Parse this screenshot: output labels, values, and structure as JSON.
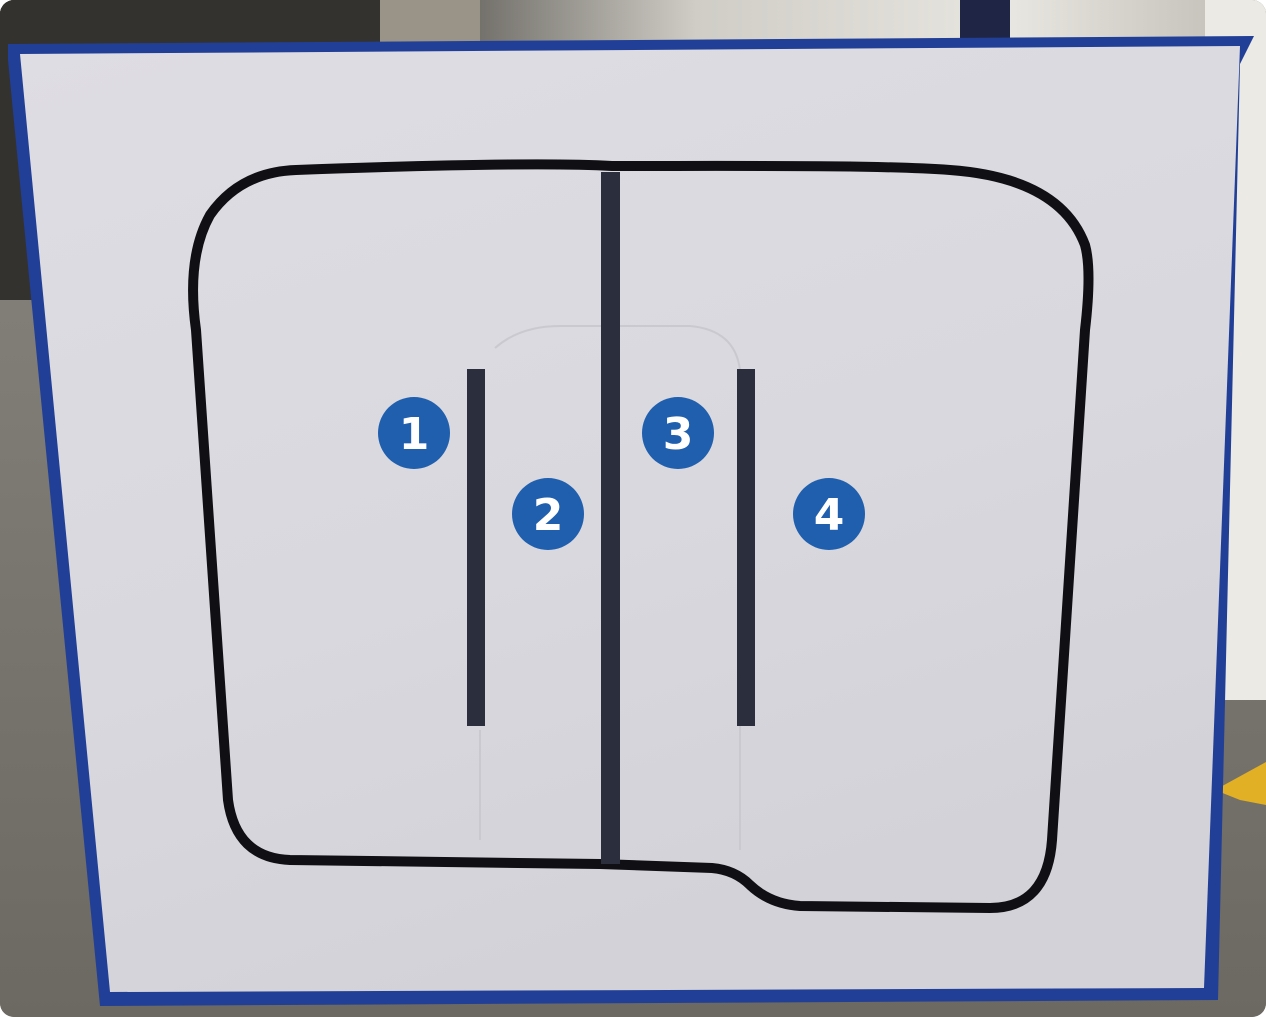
{
  "photo": {
    "subject": "white-board-with-black-line-track",
    "board_color": "#dcdce2",
    "edge_color": "#213f96",
    "track_color": "#0f0f14",
    "divider_color": "#2b2f3d",
    "marker_color": "#1f5fae"
  },
  "markers": [
    {
      "label": "1"
    },
    {
      "label": "2"
    },
    {
      "label": "3"
    },
    {
      "label": "4"
    }
  ]
}
